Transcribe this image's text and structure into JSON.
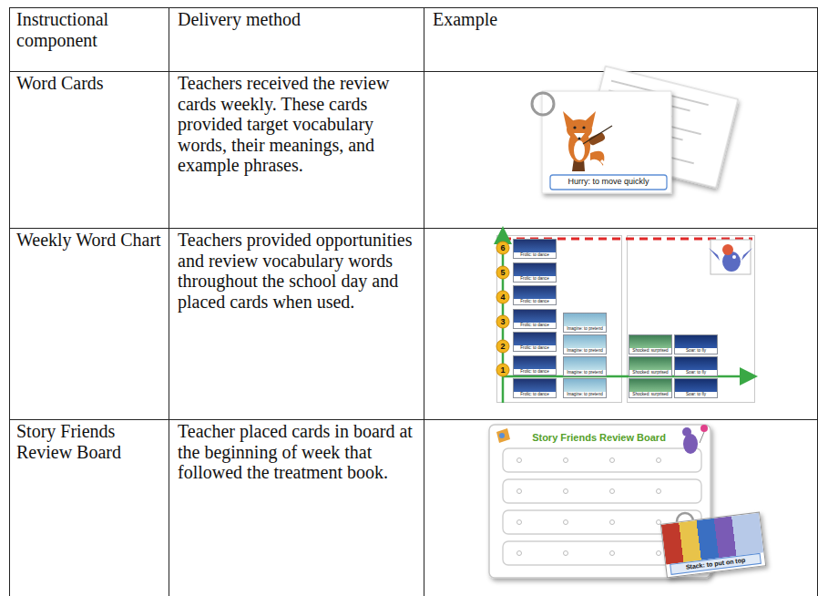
{
  "diagram": {
    "labels": [
      "Instructional component",
      "Delivery method",
      "Example",
      "Word Cards",
      "Teachers received the review cards weekly. These cards provided target vocabulary words, their meanings, and example phrases.",
      "Hurry: to move quickly",
      "Weekly Word Chart",
      "Teachers provided opportunities and review vocabulary words throughout the school day and placed cards when used.",
      "6",
      "5",
      "4",
      "3",
      "2",
      "1",
      "Frolic: to dance",
      "Frolic: to dance",
      "Frolic: to dance",
      "Frolic: to dance",
      "Frolic: to dance",
      "Frolic: to dance",
      "Frolic: to dance",
      "Imagine: to pretend",
      "Imagine: to pretend",
      "Imagine: to pretend",
      "Imagine: to pretend",
      "Shocked: surprised",
      "Shocked: surprised",
      "Shocked: surprised",
      "Soar: to fly",
      "Soar: to fly",
      "Soar: to fly",
      "Story Friends Review Board",
      "Teacher placed cards in board at the beginning of week that followed the treatment book.",
      "Story Friends Review Board",
      "Stack: to put on top"
    ]
  }
}
